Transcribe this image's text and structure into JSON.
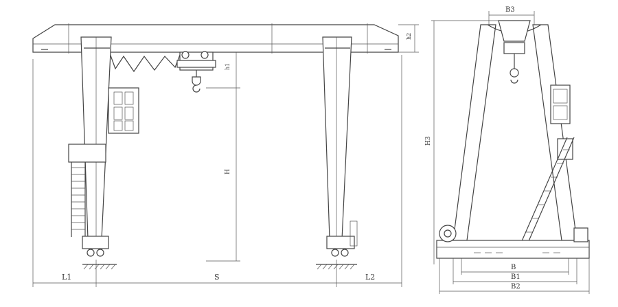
{
  "front_view": {
    "dimensions": {
      "l1": "L1",
      "s": "S",
      "l2": "L2",
      "h": "H",
      "h1": "h1",
      "h2": "h2"
    }
  },
  "side_view": {
    "dimensions": {
      "b": "B",
      "b1": "B1",
      "b2": "B2",
      "b3": "B3",
      "h3": "H3"
    }
  }
}
